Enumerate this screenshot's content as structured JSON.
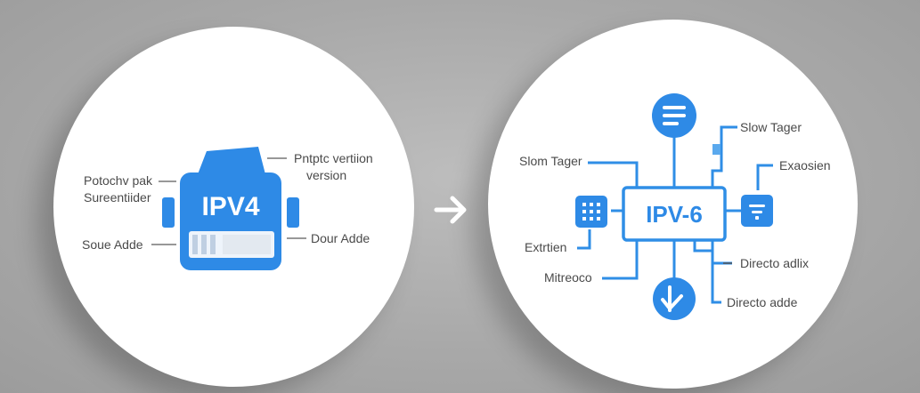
{
  "left": {
    "chip_label": "IPV4",
    "labels": {
      "left_top_1": "Potochv pak",
      "left_top_2": "Sureentiider",
      "left_bottom": "Soue Adde",
      "right_top_1": "Pntptc vertiion",
      "right_top_2": "version",
      "right_bottom": "Dour Adde"
    }
  },
  "arrow_icon": "right-arrow",
  "right": {
    "hub_label": "IPV-6",
    "labels": {
      "top_left": "Slom Tager",
      "top_right": "Slow Tager",
      "right_upper": "Exaosien",
      "left_middle": "Extrtien",
      "left_lower": "Mitreoco",
      "right_middle": "Directo adlix",
      "right_lower": "Directo adde"
    }
  },
  "colors": {
    "accent": "#2e8ae6",
    "accent_dark": "#1f6fd1",
    "line": "#2f8ee6",
    "text": "#4a4a4a"
  }
}
